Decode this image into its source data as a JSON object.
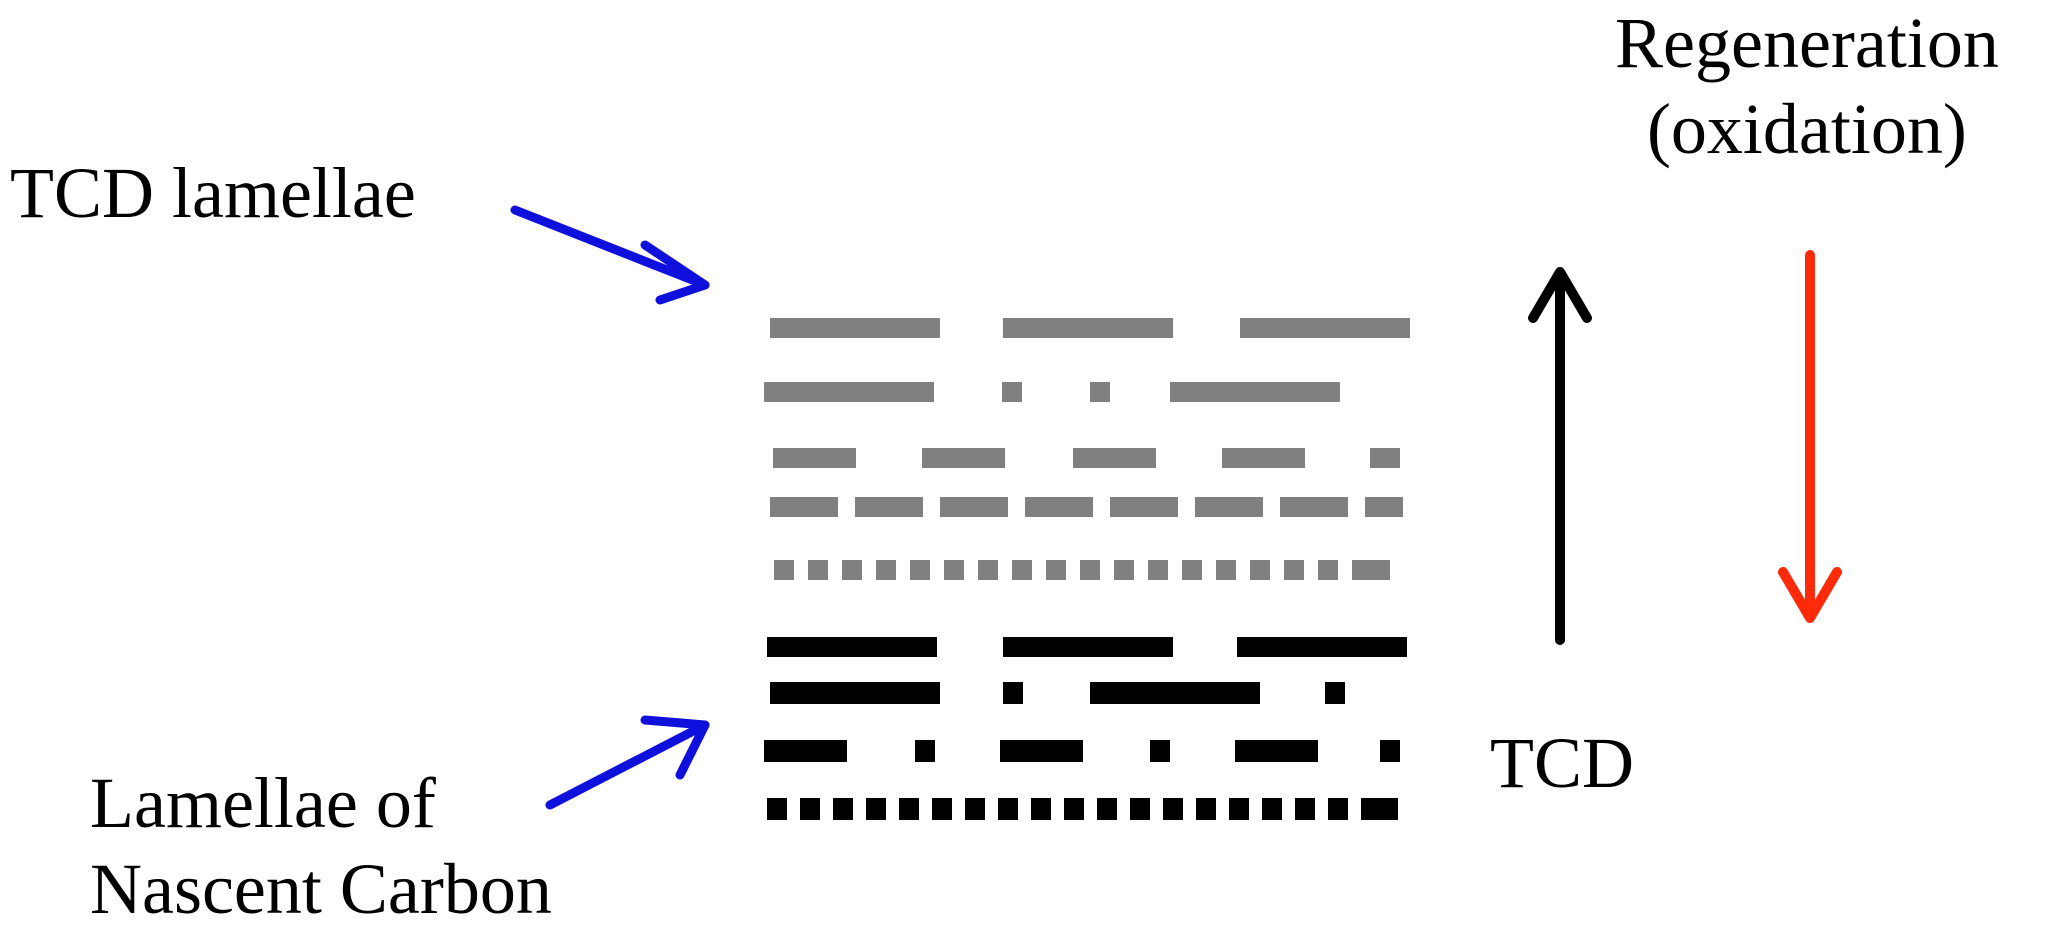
{
  "labels": {
    "tcd_lamellae": "TCD lamellae",
    "nascent_line1": "Lamellae of",
    "nascent_line2": "Nascent Carbon",
    "tcd": "TCD",
    "regen_line1": "Regeneration",
    "regen_line2": "(oxidation)"
  },
  "colors": {
    "tcd_lamellae": "#808080",
    "nascent_lamellae": "#000000",
    "pointer_arrow": "#1010dd",
    "tcd_arrow": "#000000",
    "regeneration_arrow": "#ff2a0a"
  },
  "icons": {
    "pointer": "arrow-icon",
    "tcd_direction": "arrow-up-icon",
    "regeneration_direction": "arrow-down-icon"
  }
}
